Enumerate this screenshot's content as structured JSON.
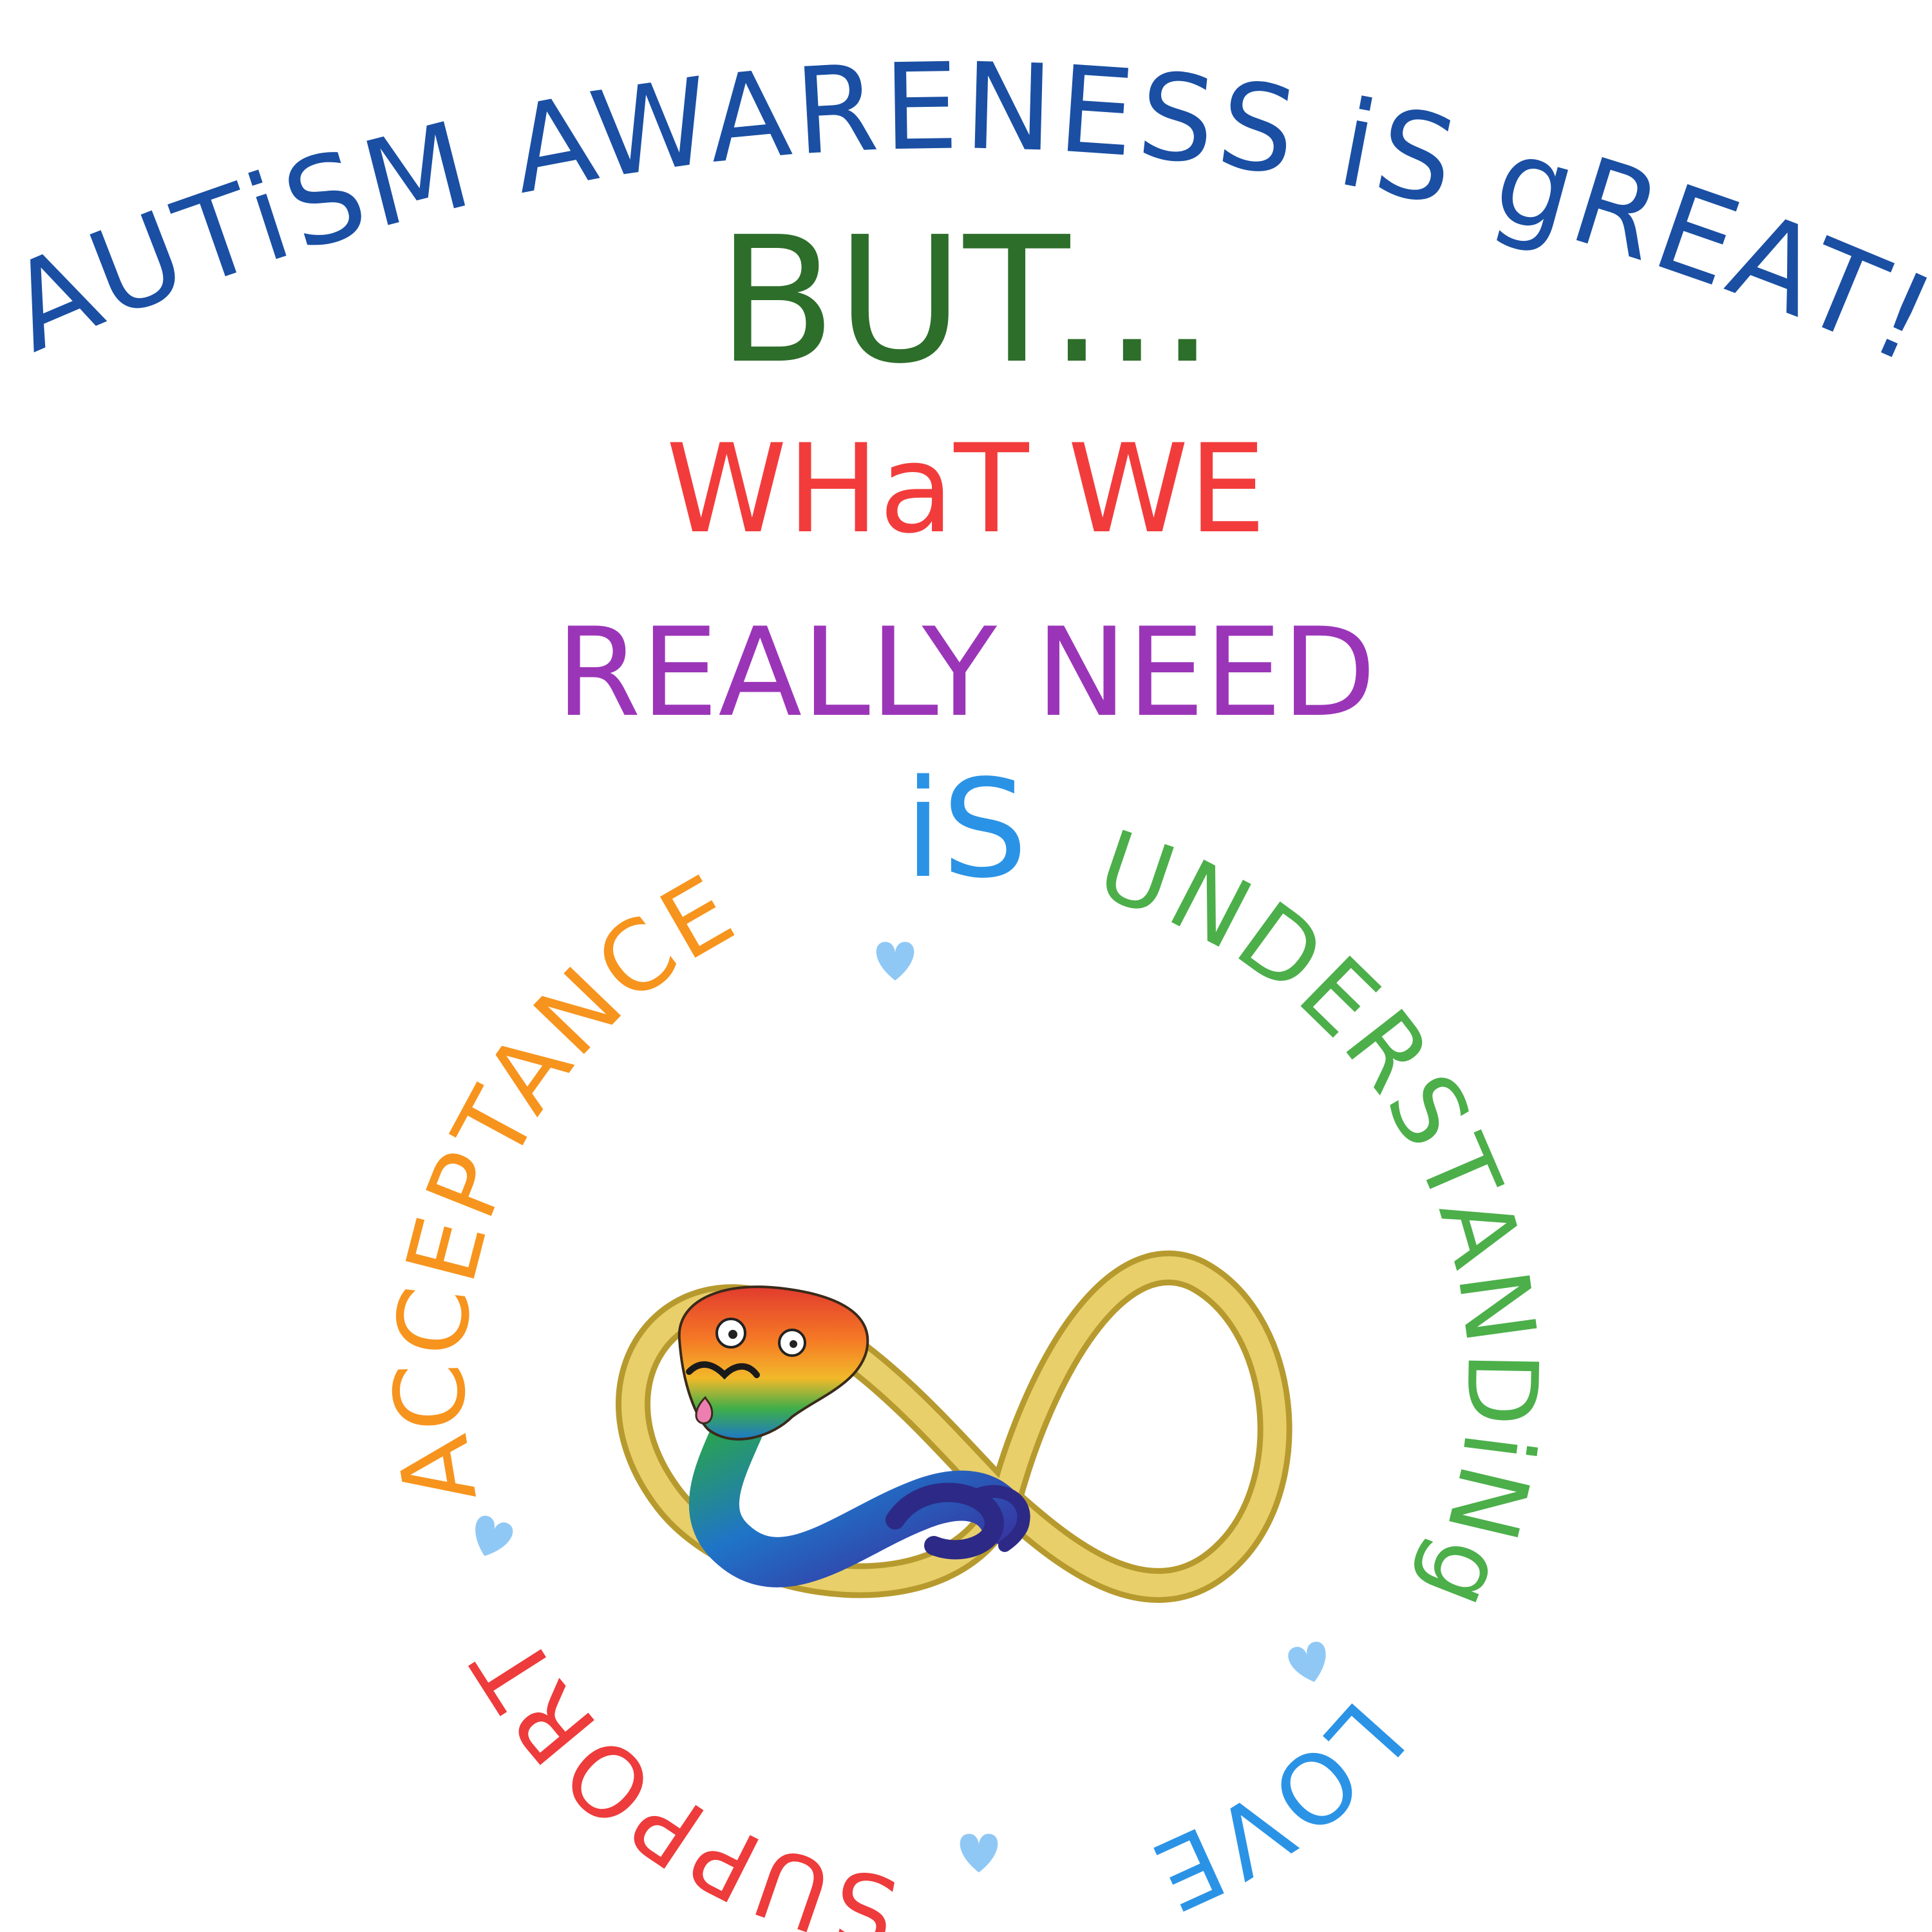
{
  "headline": {
    "line1": "AUTiSM AWARENESS iS gREAT!",
    "line2": "BUT...",
    "line3": "WHaT WE",
    "line4": "REALLY NEED",
    "line5": "iS"
  },
  "circle_words": {
    "acceptance": "ACCEPTANCE",
    "understanding": "UNDERSTANDiNg",
    "love": "LOVE",
    "support": "SUPPORT"
  },
  "colors": {
    "line1": "#1a4fa3",
    "line2": "#2d6e2a",
    "line3": "#f23c3c",
    "line4": "#9b35b8",
    "line5": "#2b93e6",
    "acceptance": "#f7941d",
    "understanding": "#4caf4a",
    "love": "#2b93e6",
    "support": "#ee3b3b",
    "heart": "#90c8f5",
    "ribbon": "#e8cf6a",
    "ribbon_edge": "#b79a2e"
  },
  "icons": {
    "heart": "heart-icon",
    "emblem": "infinity-snake-emblem"
  }
}
